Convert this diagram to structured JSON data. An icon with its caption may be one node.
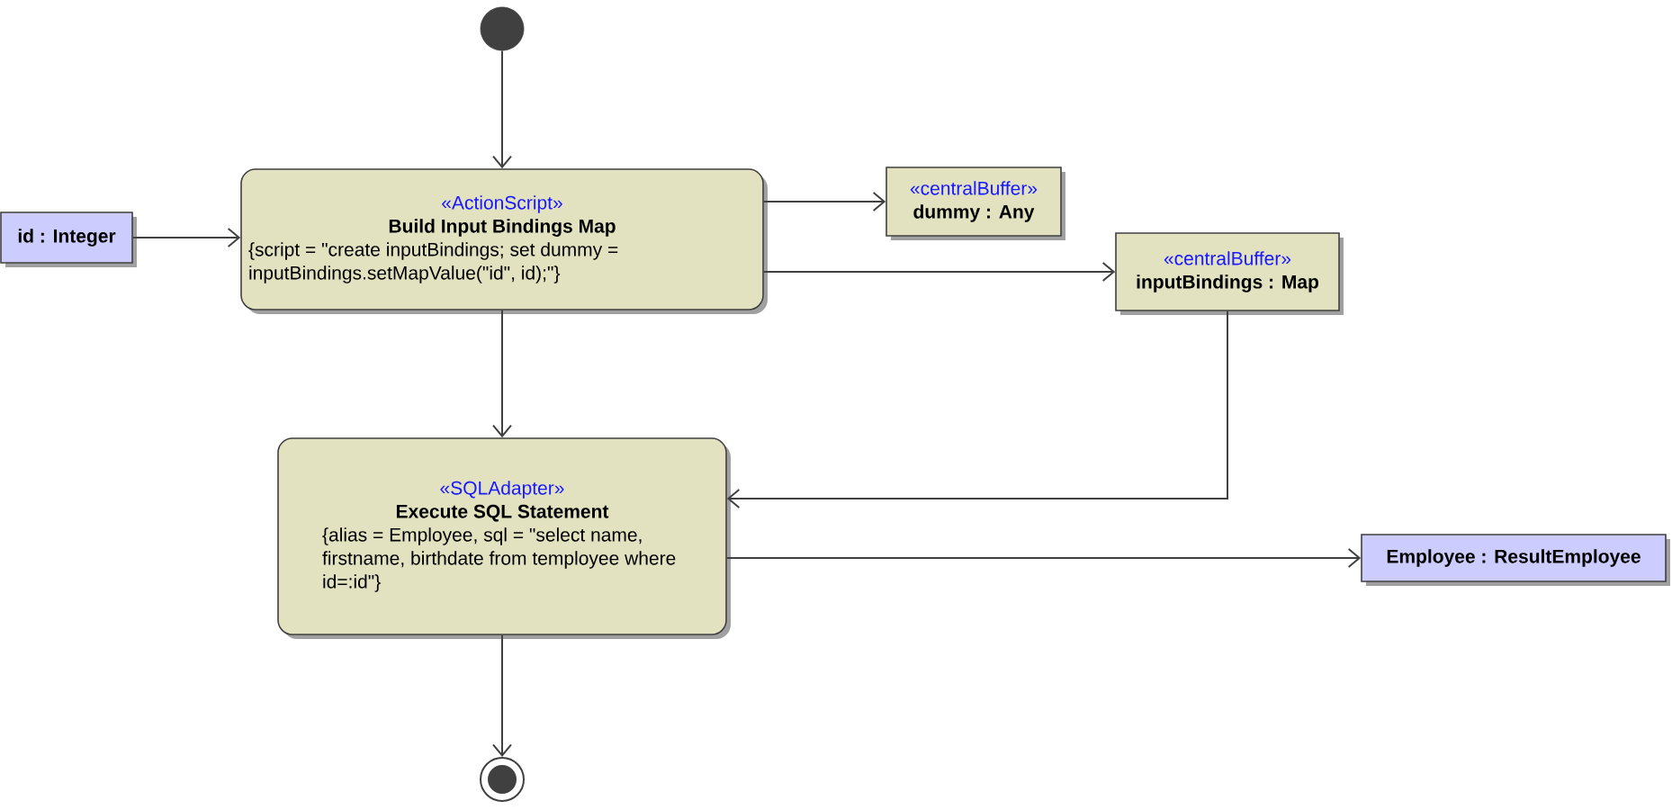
{
  "diagram": {
    "nodes": [
      {
        "text": [],
        "shape": "circle"
      },
      {
        "text": [
          "id : Integer"
        ]
      },
      {
        "text": [
          "«ActionScript»",
          "Build Input Bindings Map",
          "{script = \"create inputBindings; set dummy = inputBindings.setMapValue(\"id\", id);\"}"
        ]
      },
      {
        "text": [
          "«centralBuffer»",
          "dummy : Any"
        ]
      },
      {
        "text": [
          "«centralBuffer»",
          "inputBindings : Map"
        ]
      },
      {
        "text": [
          "«SQLAdapter»",
          "Execute SQL Statement",
          "{alias = Employee, sql = \"select name, firstname, birthdate from temployee where id=:id\"}"
        ]
      },
      {
        "text": [
          "Employee : ResultEmployee"
        ]
      },
      {
        "text": [],
        "shape": "circle"
      }
    ],
    "edges": [
      {
        "from": 0,
        "to": 2,
        "arrow": "to"
      },
      {
        "from": 1,
        "to": 2,
        "arrow": "to"
      },
      {
        "from": 2,
        "to": 3,
        "arrow": "to"
      },
      {
        "from": 2,
        "to": 4,
        "arrow": "to"
      },
      {
        "from": 2,
        "to": 5,
        "arrow": "to"
      },
      {
        "from": 4,
        "to": 5,
        "arrow": "to"
      },
      {
        "from": 5,
        "to": 6,
        "arrow": "to"
      },
      {
        "from": 5,
        "to": 7,
        "arrow": "to"
      }
    ]
  }
}
